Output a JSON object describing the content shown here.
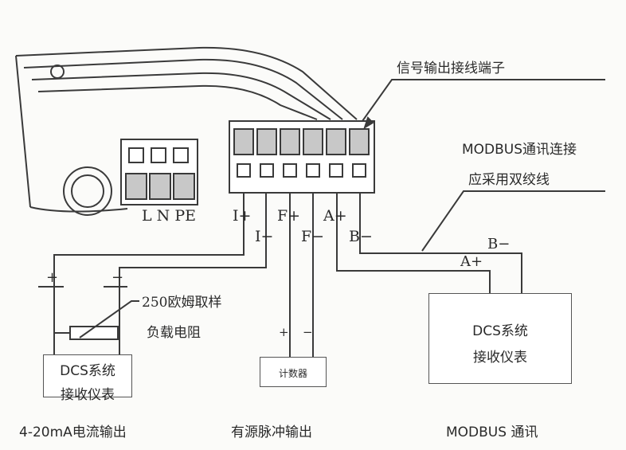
{
  "colors": {
    "line": "#3a3a3a",
    "terminal_fill": "#c8c8c8",
    "background": "#fbfbf9"
  },
  "labels": {
    "signal_terminal": "信号输出接线端子",
    "modbus_note_line1": "MODBUS通讯连接",
    "modbus_note_line2": "应采用双绞线",
    "power_terminal": "L N PE",
    "i_plus": "I+",
    "i_minus": "I−",
    "f_plus": "F+",
    "f_minus": "F−",
    "a_plus": "A+",
    "b_minus": "B−",
    "resistor_line1": "250欧姆取样",
    "resistor_line2": "负载电阻",
    "left_plus": "+",
    "left_minus": "−",
    "counter_plus": "+",
    "counter_minus": "−",
    "modbus_b_minus": "B−",
    "modbus_a_plus": "A+"
  },
  "boxes": {
    "dcs_left_line1": "DCS系统",
    "dcs_left_line2": "接收仪表",
    "counter": "计数器",
    "dcs_right_line1": "DCS系统",
    "dcs_right_line2": "接收仪表"
  },
  "captions": {
    "current_output": "4-20mA电流输出",
    "pulse_output": "有源脉冲输出",
    "modbus": "MODBUS 通讯"
  }
}
